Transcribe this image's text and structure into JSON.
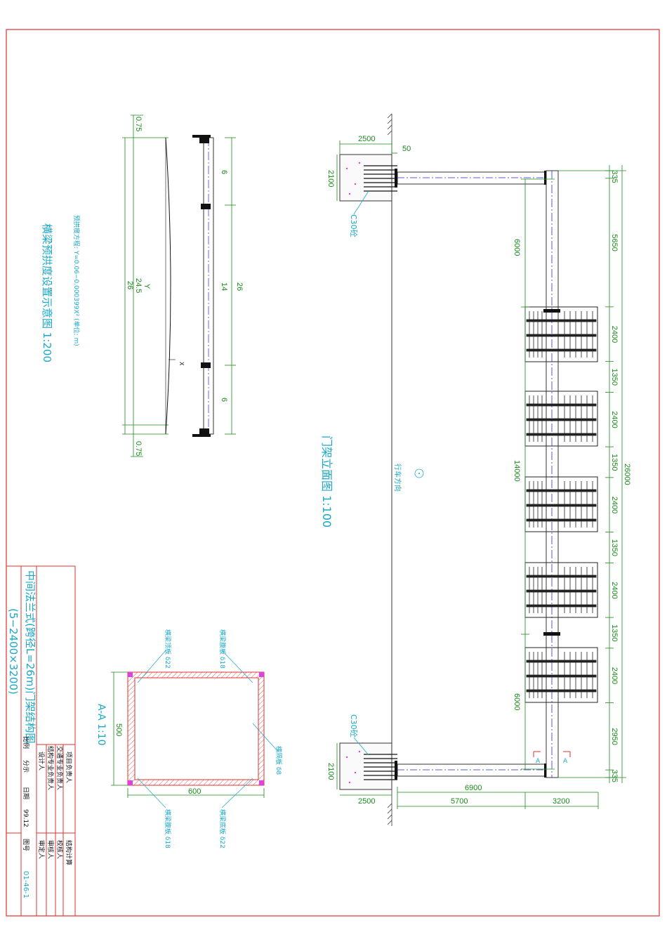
{
  "elevation": {
    "title": "门架立面图 1:100",
    "direction": "行车方向",
    "dims": {
      "base_width_top": "2500",
      "base_height_top": "2100",
      "gap": "50",
      "base_width_bottom": "2500",
      "base_height_bottom": "2100",
      "span_inner": "6900",
      "span_a": "5700",
      "span_b": "3200",
      "left_top": "6000",
      "left_mid": "14000",
      "left_bot": "6000",
      "right_total": "26000",
      "right_segments": [
        "335",
        "5650",
        "2400",
        "1350",
        "2400",
        "1350",
        "2400",
        "1350",
        "2400",
        "1350",
        "2400",
        "2950",
        "335"
      ]
    },
    "concrete_top": "C30砼",
    "concrete_bottom": "C30砼",
    "section_mark": "A"
  },
  "camber": {
    "title": "横梁预拱度设置示意图 1:200",
    "equation": "预拱度方程: Y=0.06−0.000399X² (单位: m)",
    "axis_y": "Y",
    "axis_x": "X",
    "dims": {
      "top_offset": "0.75",
      "bottom_offset": "0.75",
      "chord": "24.5",
      "length": "26",
      "seg_a": "6",
      "seg_b": "14",
      "seg_c": "6",
      "total": "26"
    }
  },
  "section": {
    "title": "A-A 1:10",
    "width": "600",
    "height": "500",
    "label_top_left": "横梁顶板 δ22",
    "label_top_right": "横梁腹板 δ18",
    "label_bottom_left": "横梁腹板 δ18",
    "label_bottom_right": "横梁底板 δ22",
    "label_right": "横隔板 δ8"
  },
  "title_block": {
    "drawing_title": "中间法兰式(跨径L=26m)门架结构图",
    "drawing_subtitle": "(5−2400×3200)",
    "rows": {
      "project_lead": "项目负责人",
      "calc": "结构计算",
      "unit_lead": "交通专业负责人",
      "checker": "校核人",
      "struct_lead": "结构专业负责人",
      "reviewer": "审核人",
      "designer": "设计人",
      "approver": "审定人",
      "scale_label": "比例",
      "scale_value": "分示",
      "date_label": "日期",
      "date_value": "99.12",
      "no_label": "图号",
      "no_value": "01-46-1"
    }
  }
}
